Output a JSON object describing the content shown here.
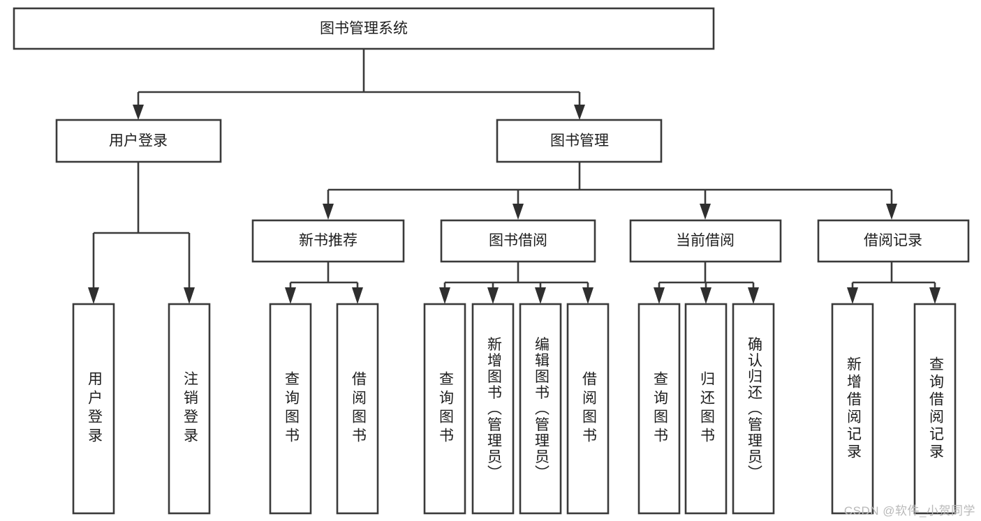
{
  "diagram": {
    "title": "图书管理系统",
    "type": "tree-hierarchy-chart",
    "orientation": "top-down",
    "stroke_color": "#3a3a3a",
    "fill_color": "#ffffff",
    "text_color": "#1d1d1d",
    "root": {
      "label": "图书管理系统",
      "text_direction": "horizontal"
    },
    "level2": [
      {
        "label": "用户登录",
        "text_direction": "horizontal"
      },
      {
        "label": "图书管理",
        "text_direction": "horizontal"
      }
    ],
    "level3": [
      {
        "label": "新书推荐",
        "text_direction": "horizontal"
      },
      {
        "label": "图书借阅",
        "text_direction": "horizontal"
      },
      {
        "label": "当前借阅",
        "text_direction": "horizontal"
      },
      {
        "label": "借阅记录",
        "text_direction": "horizontal"
      }
    ],
    "leaves": {
      "user_login": [
        {
          "label": "用户登录",
          "text_direction": "vertical"
        },
        {
          "label": "注销登录",
          "text_direction": "vertical"
        }
      ],
      "new_book_recommend": [
        {
          "label": "查询图书",
          "text_direction": "vertical"
        },
        {
          "label": "借阅图书",
          "text_direction": "vertical"
        }
      ],
      "book_borrow": [
        {
          "label": "查询图书",
          "text_direction": "vertical"
        },
        {
          "label": "新增图书（管理员）",
          "text_direction": "vertical"
        },
        {
          "label": "编辑图书（管理员）",
          "text_direction": "vertical"
        },
        {
          "label": "借阅图书",
          "text_direction": "vertical"
        }
      ],
      "current_borrow": [
        {
          "label": "查询图书",
          "text_direction": "vertical"
        },
        {
          "label": "归还图书",
          "text_direction": "vertical"
        },
        {
          "label": "确认归还（管理员）",
          "text_direction": "vertical"
        }
      ],
      "borrow_record": [
        {
          "label": "新增借阅记录",
          "text_direction": "vertical"
        },
        {
          "label": "查询借阅记录",
          "text_direction": "vertical"
        }
      ]
    }
  },
  "watermark": {
    "text": "CSDN @软件_小贺同学"
  }
}
